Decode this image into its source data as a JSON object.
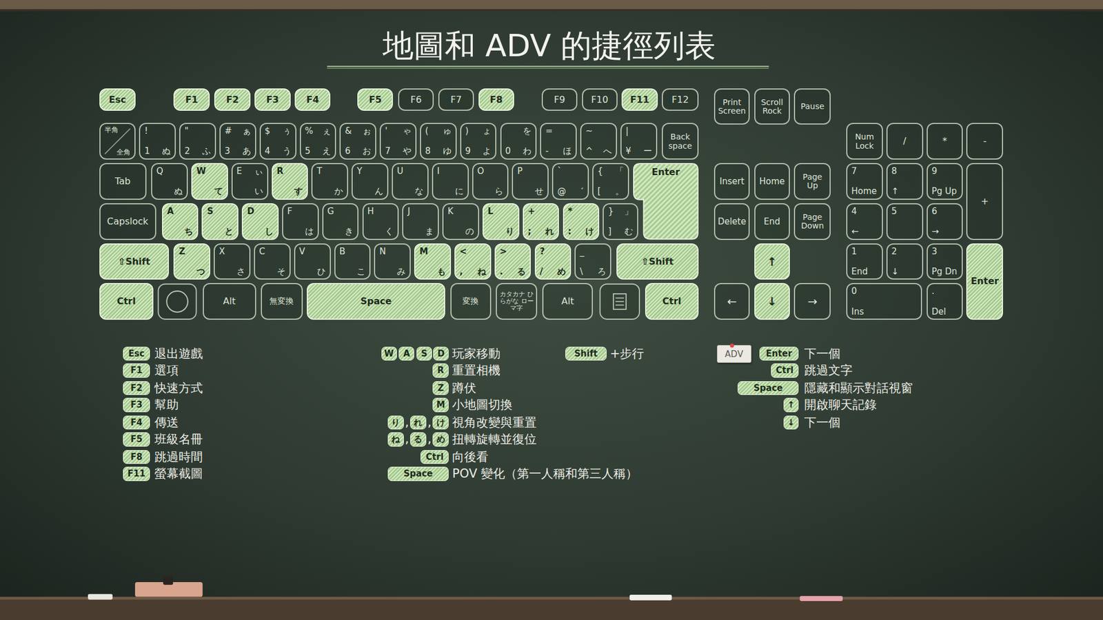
{
  "diagram": {
    "title": "地圖和 ADV 的捷徑列表",
    "nodes": [
      {
        "text": [
          "Esc"
        ]
      },
      {
        "text": [
          "F1"
        ]
      },
      {
        "text": [
          "F2"
        ]
      },
      {
        "text": [
          "F3"
        ]
      },
      {
        "text": [
          "F4"
        ]
      },
      {
        "text": [
          "F5"
        ]
      },
      {
        "text": [
          "F6"
        ]
      },
      {
        "text": [
          "F7"
        ]
      },
      {
        "text": [
          "F8"
        ]
      },
      {
        "text": [
          "F9"
        ]
      },
      {
        "text": [
          "F10"
        ]
      },
      {
        "text": [
          "F11"
        ]
      },
      {
        "text": [
          "F12"
        ]
      },
      {
        "text": [
          "Print Screen"
        ]
      },
      {
        "text": [
          "Scroll Rock"
        ]
      },
      {
        "text": [
          "Pause"
        ]
      },
      {
        "text": [
          "半角",
          "全角"
        ]
      },
      {
        "text": [
          "!",
          "1",
          "ぬ"
        ]
      },
      {
        "text": [
          "\"",
          "2",
          "ふ"
        ]
      },
      {
        "text": [
          "#",
          "ぁ",
          "3",
          "あ"
        ]
      },
      {
        "text": [
          "$",
          "ぅ",
          "4",
          "う"
        ]
      },
      {
        "text": [
          "%",
          "ぇ",
          "5",
          "え"
        ]
      },
      {
        "text": [
          "&",
          "ぉ",
          "6",
          "お"
        ]
      },
      {
        "text": [
          "'",
          "ゃ",
          "7",
          "や"
        ]
      },
      {
        "text": [
          "(",
          "ゅ",
          "8",
          "ゆ"
        ]
      },
      {
        "text": [
          ")",
          "ょ",
          "9",
          "よ"
        ]
      },
      {
        "text": [
          "を",
          "0",
          "わ"
        ]
      },
      {
        "text": [
          "=",
          "-",
          "ほ"
        ]
      },
      {
        "text": [
          "~",
          "^",
          "へ"
        ]
      },
      {
        "text": [
          "|",
          "¥",
          "ー"
        ]
      },
      {
        "text": [
          "Back space"
        ]
      },
      {
        "text": [
          "Num Lock"
        ]
      },
      {
        "text": [
          "/"
        ]
      },
      {
        "text": [
          "*"
        ]
      },
      {
        "text": [
          "-"
        ]
      },
      {
        "text": [
          "Tab"
        ]
      },
      {
        "text": [
          "Q",
          "ぬ"
        ]
      },
      {
        "text": [
          "W",
          "て"
        ]
      },
      {
        "text": [
          "E",
          "ぃ",
          "い"
        ]
      },
      {
        "text": [
          "R",
          "す"
        ]
      },
      {
        "text": [
          "T",
          "か"
        ]
      },
      {
        "text": [
          "Y",
          "ん"
        ]
      },
      {
        "text": [
          "U",
          "な"
        ]
      },
      {
        "text": [
          "I",
          "に"
        ]
      },
      {
        "text": [
          "O",
          "ら"
        ]
      },
      {
        "text": [
          "P",
          "せ"
        ]
      },
      {
        "text": [
          "`",
          "@",
          "゛"
        ]
      },
      {
        "text": [
          "{",
          "「",
          "[",
          "。"
        ]
      },
      {
        "text": [
          "Enter"
        ]
      },
      {
        "text": [
          "Insert"
        ]
      },
      {
        "text": [
          "Home"
        ]
      },
      {
        "text": [
          "Page Up"
        ]
      },
      {
        "text": [
          "7",
          "Home"
        ]
      },
      {
        "text": [
          "8",
          "↑"
        ]
      },
      {
        "text": [
          "9",
          "Pg Up"
        ]
      },
      {
        "text": [
          "+"
        ]
      },
      {
        "text": [
          "Capslock"
        ]
      },
      {
        "text": [
          "A",
          "ち"
        ]
      },
      {
        "text": [
          "S",
          "と"
        ]
      },
      {
        "text": [
          "D",
          "し"
        ]
      },
      {
        "text": [
          "F",
          "は"
        ]
      },
      {
        "text": [
          "G",
          "き"
        ]
      },
      {
        "text": [
          "H",
          "く"
        ]
      },
      {
        "text": [
          "J",
          "ま"
        ]
      },
      {
        "text": [
          "K",
          "の"
        ]
      },
      {
        "text": [
          "L",
          "り"
        ]
      },
      {
        "text": [
          "+",
          ";",
          "れ"
        ]
      },
      {
        "text": [
          "*",
          ":",
          "け"
        ]
      },
      {
        "text": [
          "}",
          "」",
          "]",
          "む"
        ]
      },
      {
        "text": [
          "Delete"
        ]
      },
      {
        "text": [
          "End"
        ]
      },
      {
        "text": [
          "Page Down"
        ]
      },
      {
        "text": [
          "4",
          "←"
        ]
      },
      {
        "text": [
          "5"
        ]
      },
      {
        "text": [
          "6",
          "→"
        ]
      },
      {
        "text": [
          "⇧Shift"
        ]
      },
      {
        "text": [
          "Z",
          "つ"
        ]
      },
      {
        "text": [
          "X",
          "さ"
        ]
      },
      {
        "text": [
          "C",
          "そ"
        ]
      },
      {
        "text": [
          "V",
          "ひ"
        ]
      },
      {
        "text": [
          "B",
          "こ"
        ]
      },
      {
        "text": [
          "N",
          "み"
        ]
      },
      {
        "text": [
          "M",
          "も"
        ]
      },
      {
        "text": [
          "<",
          ",",
          "ね"
        ]
      },
      {
        "text": [
          ">",
          ".",
          "る"
        ]
      },
      {
        "text": [
          "?",
          "/",
          "め"
        ]
      },
      {
        "text": [
          "_",
          "\\",
          "ろ"
        ]
      },
      {
        "text": [
          "⇧Shift"
        ]
      },
      {
        "text": [
          "↑"
        ]
      },
      {
        "text": [
          "1",
          "End"
        ]
      },
      {
        "text": [
          "2",
          "↓"
        ]
      },
      {
        "text": [
          "3",
          "Pg Dn"
        ]
      },
      {
        "text": [
          "Enter"
        ]
      },
      {
        "text": [
          "Ctrl"
        ]
      },
      {
        "text": [
          "Alt"
        ]
      },
      {
        "text": [
          "無変換"
        ]
      },
      {
        "text": [
          "Space"
        ]
      },
      {
        "text": [
          "変換"
        ]
      },
      {
        "text": [
          "カタカナ ひらがな ローマ字"
        ]
      },
      {
        "text": [
          "Alt"
        ]
      },
      {
        "text": [
          "Ctrl"
        ]
      },
      {
        "text": [
          "←"
        ]
      },
      {
        "text": [
          "↓"
        ]
      },
      {
        "text": [
          "→"
        ]
      },
      {
        "text": [
          "0",
          "Ins"
        ]
      },
      {
        "text": [
          ".",
          "Del"
        ]
      },
      {
        "text": [
          "Esc"
        ]
      },
      {
        "text": [
          "F1"
        ]
      },
      {
        "text": [
          "F2"
        ]
      },
      {
        "text": [
          "F3"
        ]
      },
      {
        "text": [
          "F4"
        ]
      },
      {
        "text": [
          "F5"
        ]
      },
      {
        "text": [
          "F8"
        ]
      },
      {
        "text": [
          "F11"
        ]
      },
      {
        "text": [
          "W"
        ]
      },
      {
        "text": [
          "A"
        ]
      },
      {
        "text": [
          "S"
        ]
      },
      {
        "text": [
          "D"
        ]
      },
      {
        "text": [
          "Shift"
        ]
      },
      {
        "text": [
          "R"
        ]
      },
      {
        "text": [
          "Z"
        ]
      },
      {
        "text": [
          "M"
        ]
      },
      {
        "text": [
          "り"
        ]
      },
      {
        "text": [
          "れ"
        ]
      },
      {
        "text": [
          "け"
        ]
      },
      {
        "text": [
          "ね"
        ]
      },
      {
        "text": [
          "る"
        ]
      },
      {
        "text": [
          "め"
        ]
      },
      {
        "text": [
          "Ctrl"
        ]
      },
      {
        "text": [
          "Space"
        ]
      },
      {
        "text": [
          "ADV"
        ]
      },
      {
        "text": [
          "Enter"
        ]
      },
      {
        "text": [
          "Ctrl"
        ]
      },
      {
        "text": [
          "Space"
        ]
      },
      {
        "text": [
          "↑"
        ]
      },
      {
        "text": [
          "↓"
        ]
      }
    ],
    "labels": [
      "退出遊戲",
      "選項",
      "快速方式",
      "幫助",
      "傳送",
      "班級名冊",
      "跳過時間",
      "螢幕截圖",
      "玩家移動",
      "+步行",
      "重置相機",
      "蹲伏",
      "小地圖切換",
      ",",
      ",",
      "視角改變與重置",
      ",",
      ",",
      "扭轉旋轉並復位",
      "向後看",
      "POV 變化（第一人稱和第三人稱）",
      "下一個",
      "跳過文字",
      "隱藏和顯示對話視窗",
      "開啟聊天記錄",
      "下一個"
    ]
  }
}
